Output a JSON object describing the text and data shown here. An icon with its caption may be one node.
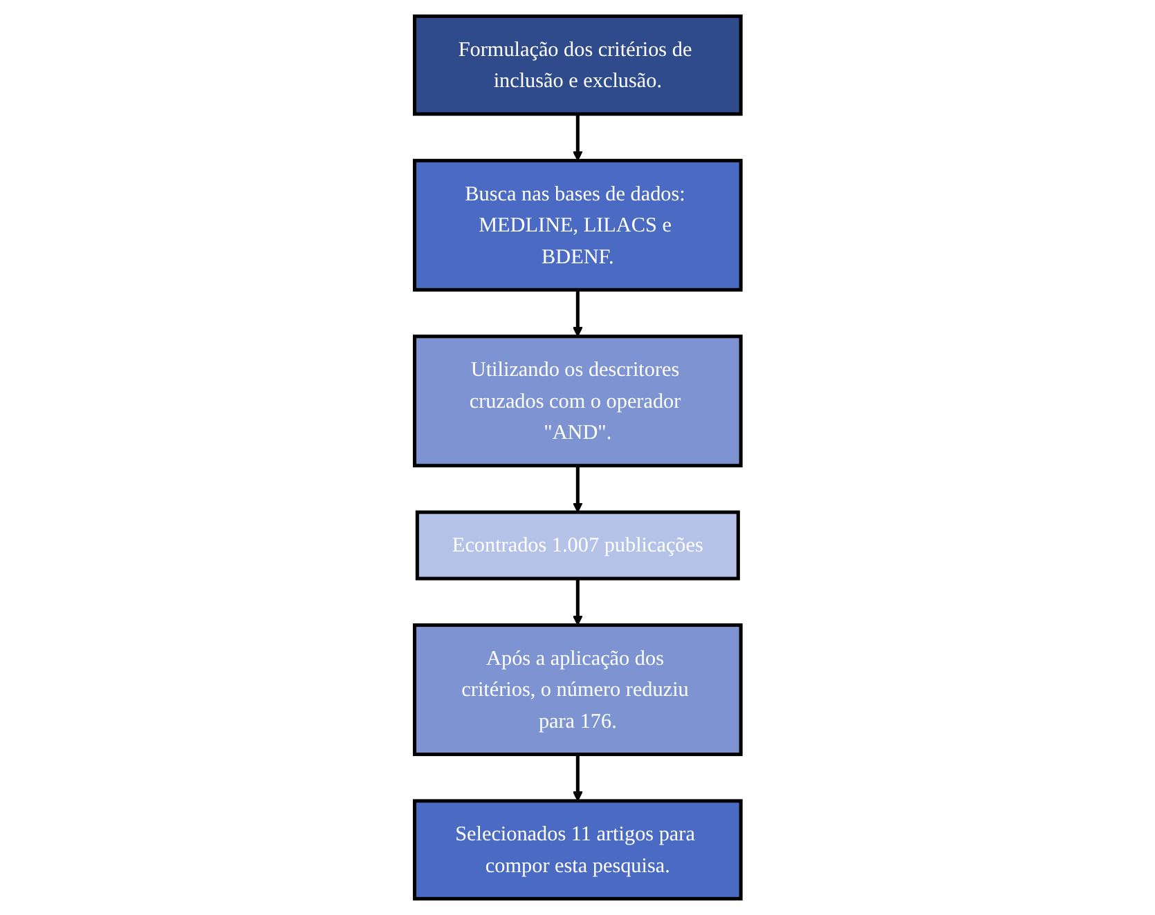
{
  "diagram": {
    "nodes": [
      {
        "text": [
          "Formulação dos critérios de inclusão e exclusão."
        ]
      },
      {
        "text": [
          "Busca nas bases de dados: MEDLINE, LILACS e BDENF."
        ]
      },
      {
        "text": [
          "Utilizando os descritores cruzados com o operador \"AND\"."
        ]
      },
      {
        "text": [
          "Econtrados 1.007 publicações"
        ]
      },
      {
        "text": [
          "Após a aplicação dos critérios, o número reduziu para 176."
        ]
      },
      {
        "text": [
          "Selecionados 11 artigos para compor esta pesquisa."
        ]
      }
    ],
    "edges": [
      {
        "from": 0,
        "to": 1,
        "arrow": "to"
      },
      {
        "from": 1,
        "to": 2,
        "arrow": "to"
      },
      {
        "from": 2,
        "to": 3,
        "arrow": "to"
      },
      {
        "from": 3,
        "to": 4,
        "arrow": "to"
      },
      {
        "from": 4,
        "to": 5,
        "arrow": "to"
      }
    ]
  }
}
